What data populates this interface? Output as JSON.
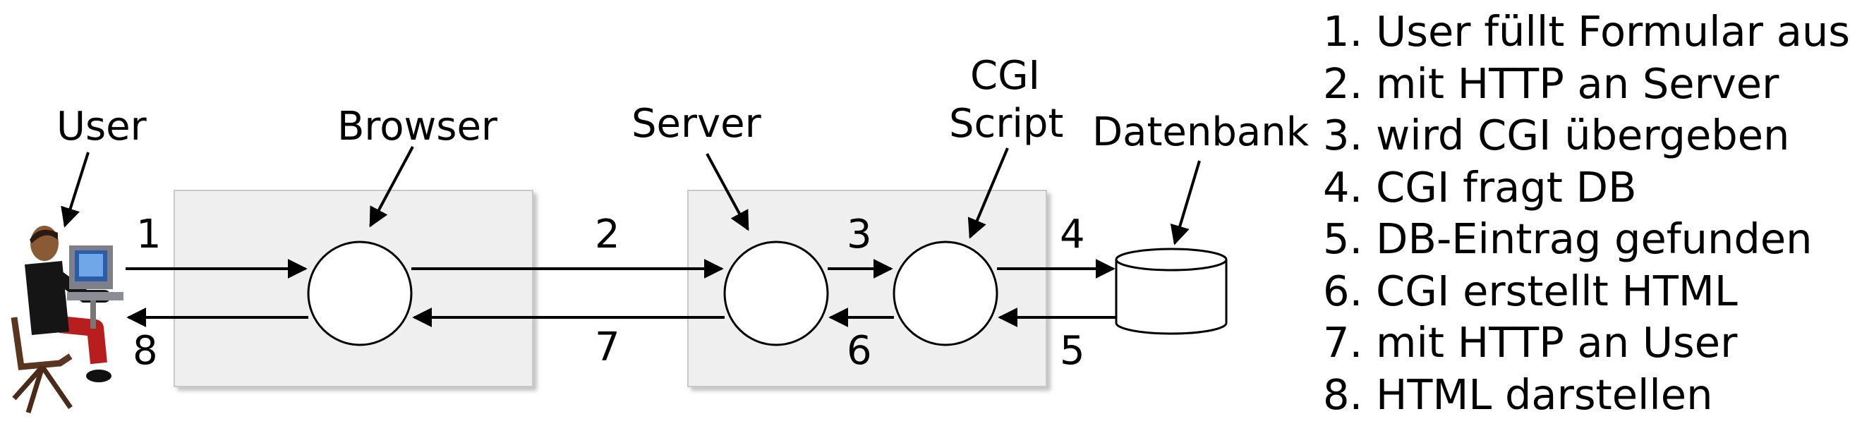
{
  "labels": {
    "user": "User",
    "browser": "Browser",
    "server": "Server",
    "cgi_line1": "CGI",
    "cgi_line2": "Script",
    "datenbank": "Datenbank"
  },
  "step_numbers": [
    "1",
    "2",
    "3",
    "4",
    "5",
    "6",
    "7",
    "8"
  ],
  "legend": [
    "1. User füllt Formular aus",
    "2. mit HTTP an Server",
    "3. wird CGI übergeben",
    "4. CGI fragt DB",
    "5. DB-Eintrag gefunden",
    "6. CGI erstellt HTML",
    "7. mit HTTP an User",
    "8. HTML darstellen"
  ]
}
